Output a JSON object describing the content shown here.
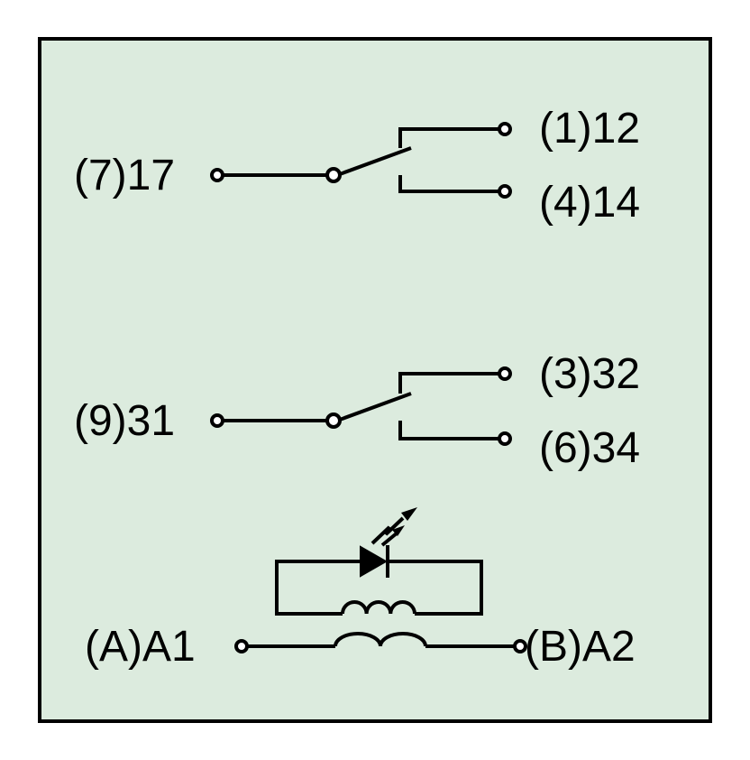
{
  "colors": {
    "panel_fill": "#dcebde",
    "stroke": "#000000",
    "terminal_fill": "#ffffff"
  },
  "relay1": {
    "common_label": "(7)17",
    "no_label": "(1)12",
    "nc_label": "(4)14"
  },
  "relay2": {
    "common_label": "(9)31",
    "no_label": "(3)32",
    "nc_label": "(6)34"
  },
  "coil": {
    "left_label": "(A)A1",
    "right_label": "(B)A2"
  },
  "icons": {
    "switch": "spdt-switch-icon",
    "coil": "inductor-coil-icon",
    "led": "led-diode-icon"
  }
}
